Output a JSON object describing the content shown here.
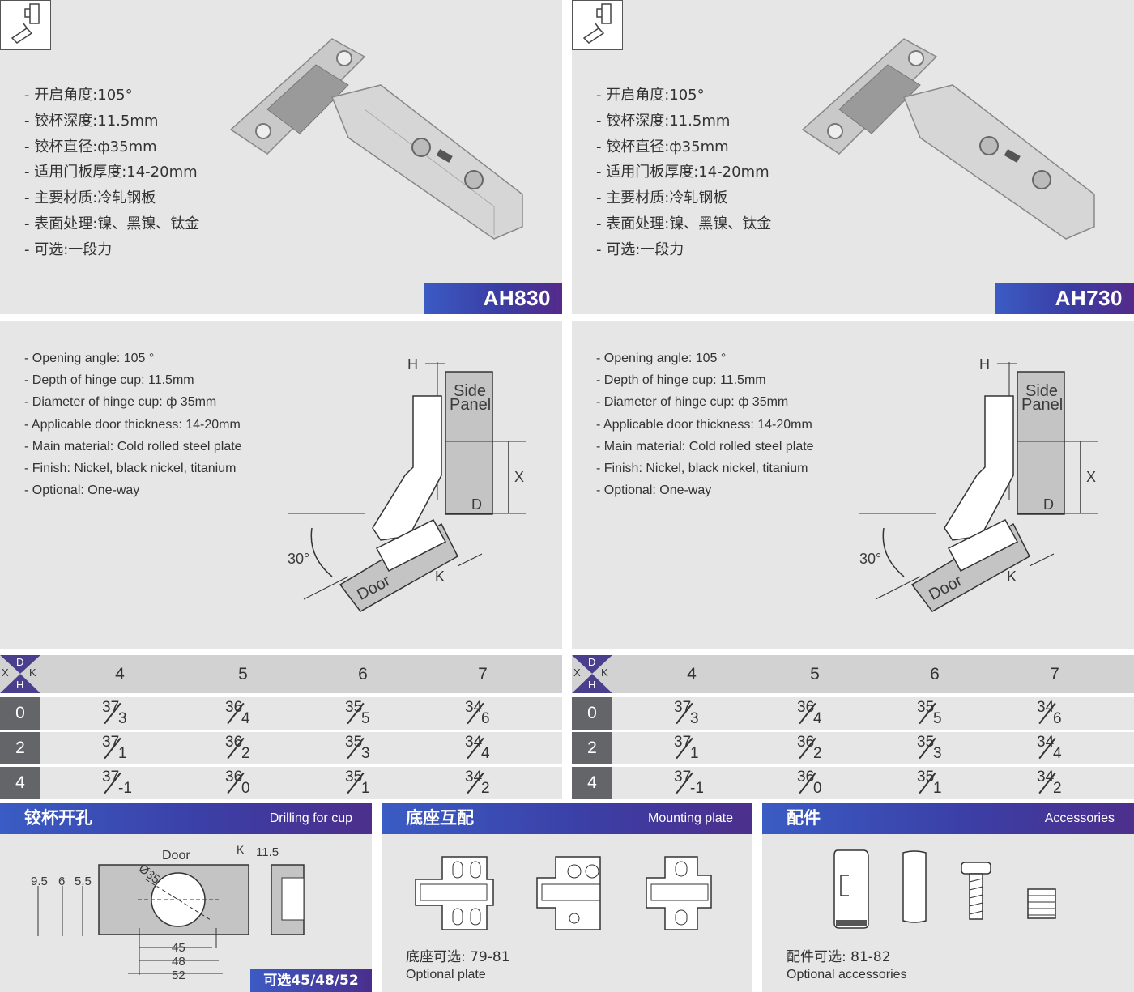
{
  "left_product": {
    "model": "AH830",
    "specs_cn": [
      "- 开启角度:105°",
      "- 铰杯深度:11.5mm",
      "- 铰杯直径:ф35mm",
      "- 适用门板厚度:14-20mm",
      "- 主要材质:冷轧钢板",
      "- 表面处理:镍、黑镍、钛金",
      "- 可选:一段力"
    ],
    "specs_en": [
      "- Opening angle: 105 °",
      "- Depth of hinge cup: 11.5mm",
      "- Diameter of hinge cup: ф 35mm",
      "- Applicable door thickness: 14-20mm",
      "- Main material: Cold rolled steel plate",
      "- Finish: Nickel, black nickel, titanium",
      "- Optional: One-way"
    ]
  },
  "right_product": {
    "model": "AH730",
    "specs_cn": [
      "- 开启角度:105°",
      "- 铰杯深度:11.5mm",
      "- 铰杯直径:ф35mm",
      "- 适用门板厚度:14-20mm",
      "- 主要材质:冷轧钢板",
      "- 表面处理:镍、黑镍、钛金",
      "- 可选:一段力"
    ],
    "specs_en": [
      "- Opening angle: 105 °",
      "- Depth of hinge cup: 11.5mm",
      "- Diameter of hinge cup: ф 35mm",
      "- Applicable door thickness: 14-20mm",
      "- Main material: Cold rolled steel plate",
      "- Finish: Nickel, black nickel, titanium",
      "- Optional: One-way"
    ]
  },
  "diagram_labels": {
    "h": "H",
    "side": "Side",
    "panel": "Panel",
    "x": "X",
    "d": "D",
    "k": "K",
    "door": "Door",
    "angle": "30°"
  },
  "table": {
    "corner": {
      "x": "X",
      "d": "D",
      "k": "K",
      "h": "H"
    },
    "columns": [
      "4",
      "5",
      "6",
      "7"
    ],
    "rows": [
      {
        "key": "0",
        "cells": [
          [
            "37",
            "3"
          ],
          [
            "36",
            "4"
          ],
          [
            "35",
            "5"
          ],
          [
            "34",
            "6"
          ]
        ]
      },
      {
        "key": "2",
        "cells": [
          [
            "37",
            "1"
          ],
          [
            "36",
            "2"
          ],
          [
            "35",
            "3"
          ],
          [
            "34",
            "4"
          ]
        ]
      },
      {
        "key": "4",
        "cells": [
          [
            "37",
            "-1"
          ],
          [
            "36",
            "0"
          ],
          [
            "35",
            "1"
          ],
          [
            "34",
            "2"
          ]
        ]
      }
    ]
  },
  "drilling": {
    "title_cn": "铰杯开孔",
    "title_en": "Drilling  for cup",
    "door": "Door",
    "k": "K",
    "depth": "11.5",
    "dia": "Ø35",
    "d1": "9.5",
    "d2": "6",
    "d3": "5.5",
    "w1": "45",
    "w2": "48",
    "w3": "52",
    "option": "可选45/48/52"
  },
  "mounting": {
    "title_cn": "底座互配",
    "title_en": "Mounting plate",
    "caption_cn": "底座可选: 79-81",
    "caption_en": "Optional plate"
  },
  "accessories": {
    "title_cn": "配件",
    "title_en": "Accessories",
    "caption_cn": "配件可选: 81-82",
    "caption_en": "Optional accessories"
  },
  "colors": {
    "panel": "#e6e6e6",
    "header": "#d2d2d2",
    "row_key": "#646569",
    "accent_start": "#3b5bc4",
    "accent_end": "#552a8a"
  }
}
